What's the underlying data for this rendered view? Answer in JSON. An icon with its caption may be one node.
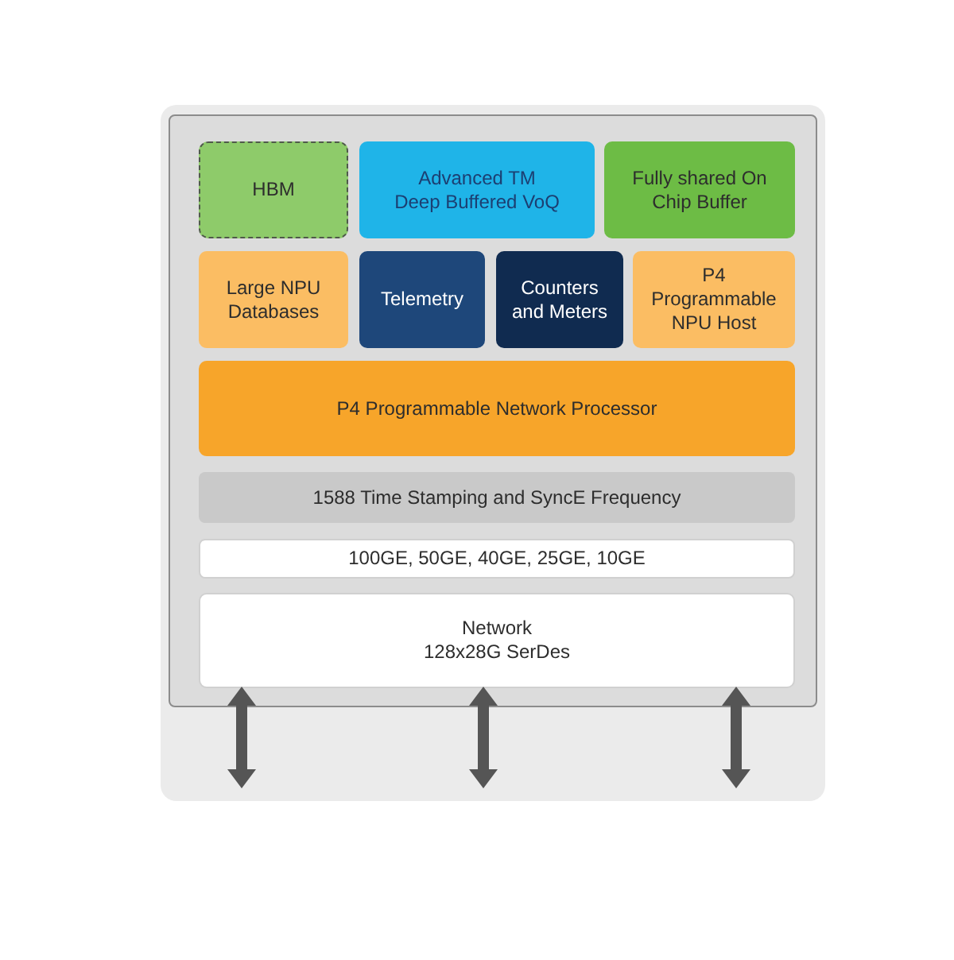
{
  "diagram": {
    "nodes": [
      {
        "text": [],
        "shape": "box"
      },
      {
        "text": [
          "HBM"
        ],
        "in": 0
      },
      {
        "text": [
          "Advanced TM",
          "Deep Buffered VoQ"
        ],
        "in": 0
      },
      {
        "text": [
          "Fully shared On Chip Buffer"
        ],
        "in": 0
      },
      {
        "text": [
          "Large NPU Databases"
        ],
        "in": 0
      },
      {
        "text": [
          "Telemetry"
        ],
        "in": 0
      },
      {
        "text": [
          "Counters and Meters"
        ],
        "in": 0
      },
      {
        "text": [
          "P4 Programmable NPU Host"
        ],
        "in": 0
      },
      {
        "text": [
          "P4 Programmable Network Processor"
        ],
        "in": 0
      },
      {
        "text": [
          "1588 Time Stamping and SyncE Frequency"
        ],
        "in": 0
      },
      {
        "text": [
          "100GE, 50GE, 40GE, 25GE, 10GE"
        ],
        "in": 0
      },
      {
        "text": [
          "Network",
          "128x28G SerDes"
        ],
        "in": 0
      }
    ],
    "edges": [
      {
        "from": 11,
        "to": null,
        "arrow": "both"
      },
      {
        "from": 11,
        "to": null,
        "arrow": "both"
      },
      {
        "from": 11,
        "to": null,
        "arrow": "both"
      }
    ]
  }
}
